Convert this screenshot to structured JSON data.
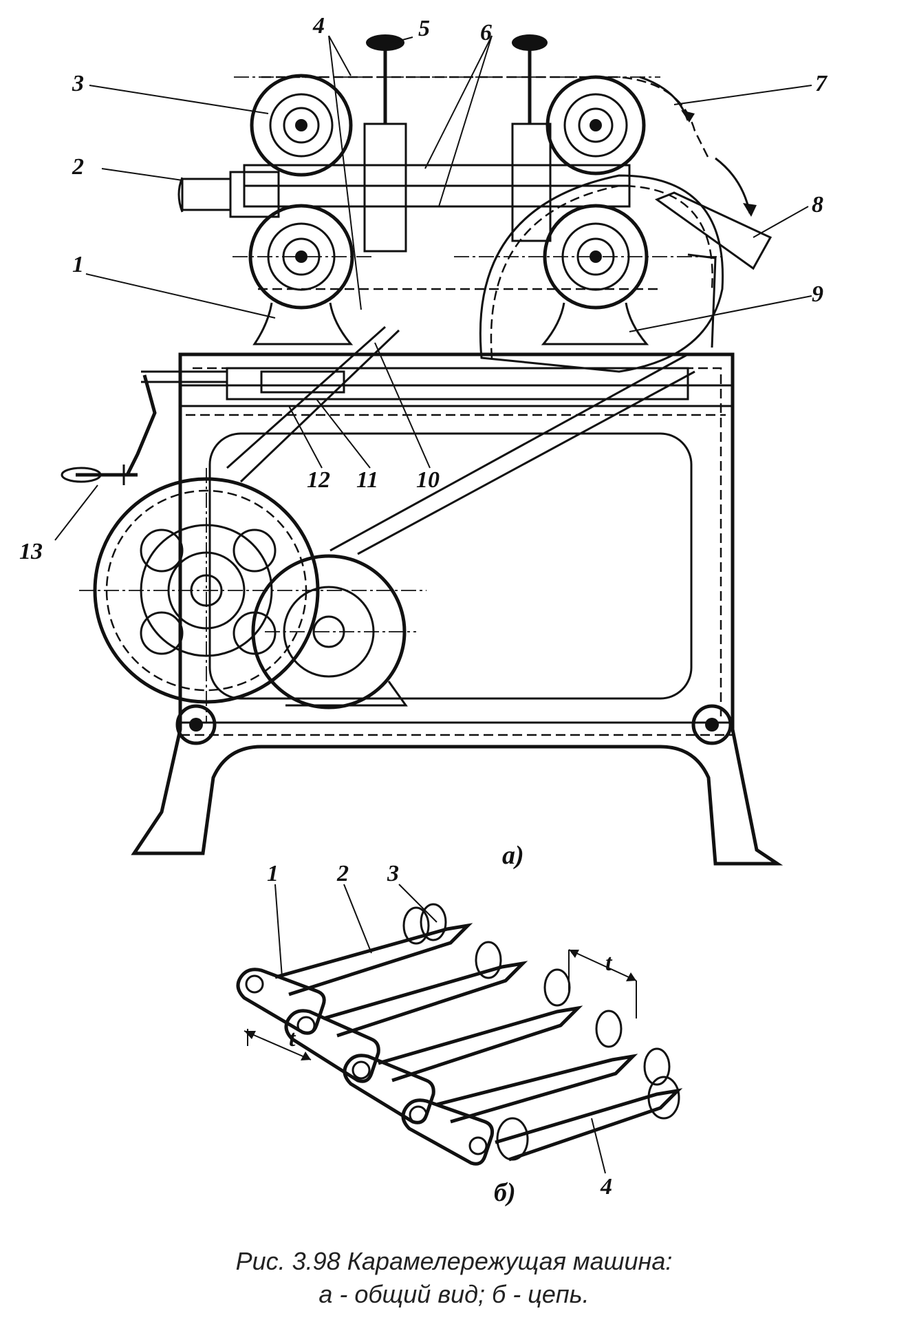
{
  "figure_a": {
    "sublabel": "а)",
    "callouts": [
      "1",
      "2",
      "3",
      "4",
      "5",
      "6",
      "7",
      "8",
      "9",
      "10",
      "11",
      "12",
      "13"
    ]
  },
  "figure_b": {
    "sublabel": "б)",
    "callouts": [
      "1",
      "2",
      "3",
      "4"
    ],
    "pitch_label": "t"
  },
  "caption": {
    "line1": "Рис. 3.98  Карамелережущая машина:",
    "line2": "а - общий вид; б - цепь."
  }
}
